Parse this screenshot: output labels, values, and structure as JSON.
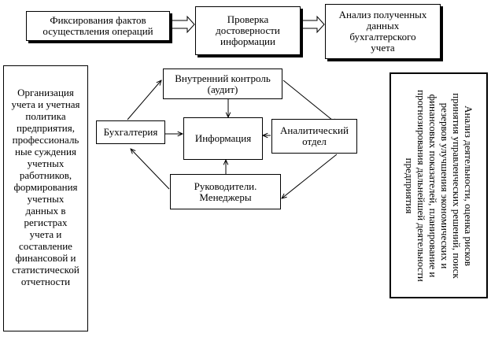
{
  "top_row": {
    "recording": "Фиксирования фактов\nосуществления операций",
    "verification": "Проверка\nдостоверности\nинформации",
    "analysis": "Анализ полученных\nданных\nбухгалтерского\nучета"
  },
  "cycle": {
    "internal_control": "Внутренний контроль\n(аудит)",
    "accounting": "Бухгалтерия",
    "information": "Информация",
    "analytics": "Аналитический\nотдел",
    "managers": "Руководители.\nМенеджеры"
  },
  "left_panel": "Организация\nучета и учетная\nполитика\nпредприятия,\nпрофессиональ\nные суждения\nучетных\nработников,\nформирования\nучетных\nданных в\nрегистрах\nучета и\nсоставление\nфинансовой и\nстатистической\nотчетности",
  "right_panel": "Анализ деятельности, оценка рисков\nпринятия управленческих решений, поиск\nрезервов улучшения экономических и\nфинансовых показателей, планирование и\nпрогнозирования дальнейшей деятельности\nпредприятия"
}
